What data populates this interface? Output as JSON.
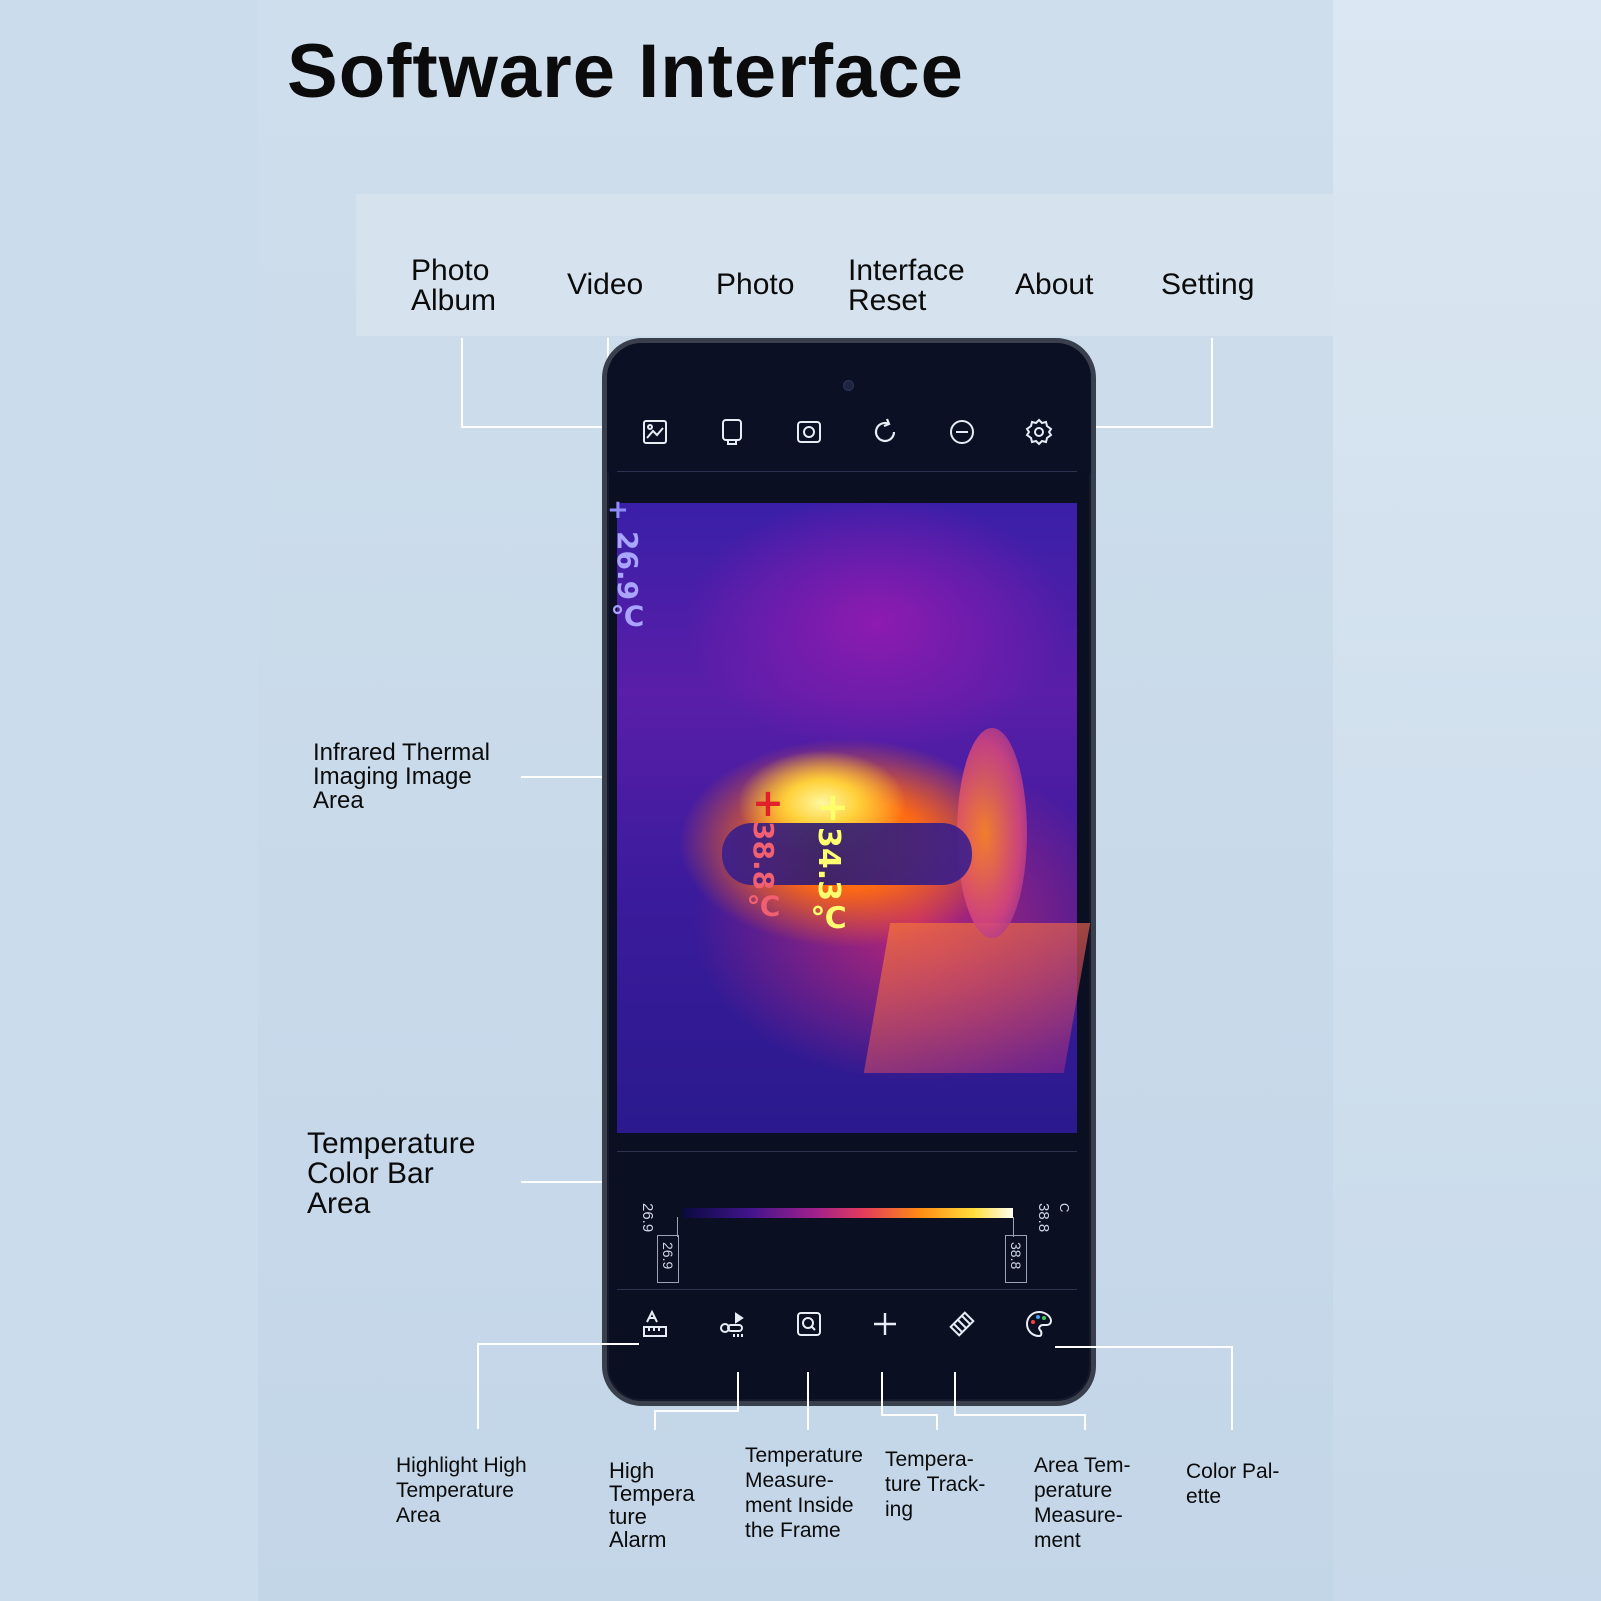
{
  "title": "Software Interface",
  "top_labels": {
    "photo_album": "Photo\nAlbum",
    "video": "Video",
    "photo": "Photo",
    "interface_reset": "Interface\nReset",
    "about": "About",
    "setting": "Setting"
  },
  "side_labels": {
    "image_area": "Infrared Thermal\nImaging Image\nArea",
    "color_bar_area": "Temperature\nColor Bar\nArea"
  },
  "bottom_labels": {
    "highlight_high": "Highlight High\nTemperature\nArea",
    "high_temp_alarm": "High\nTempera\nture\nAlarm",
    "measure_frame": "Temperature\nMeasure-\nment Inside\nthe Frame",
    "tracking": "Tempera-\nture Track-\ning",
    "area_measure": "Area Tem-\nperature\nMeasure-\nment",
    "color_palette": "Color Pal-\nette"
  },
  "thermal": {
    "min_reading": "26.9℃",
    "max_reading": "38.8℃",
    "center_reading": "34.3℃"
  },
  "colorbar": {
    "low": "26.9",
    "high": "38.8",
    "low_box": "26.9",
    "high_box": "38.8",
    "unit": "C"
  },
  "icons": {
    "top": [
      "photo-album-icon",
      "video-icon",
      "photo-icon",
      "interface-reset-icon",
      "about-icon",
      "setting-icon"
    ],
    "bottom": [
      "highlight-high-temp-icon",
      "high-temp-alarm-icon",
      "measure-frame-icon",
      "temp-tracking-icon",
      "area-measure-icon",
      "color-palette-icon"
    ]
  }
}
